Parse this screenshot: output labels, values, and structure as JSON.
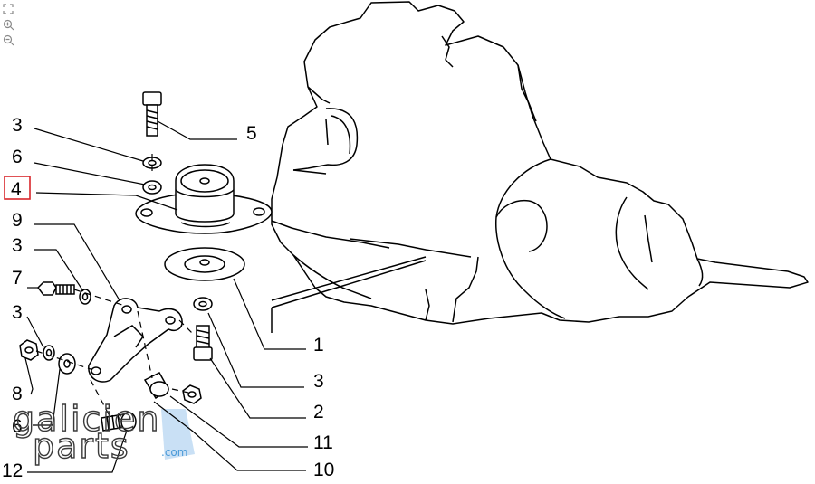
{
  "toolbar": {
    "icons": [
      "fit-screen-icon",
      "zoom-in-icon",
      "zoom-out-icon"
    ]
  },
  "callouts": {
    "c5": "5",
    "c3a": "3",
    "c6a": "6",
    "c4": "4",
    "c9": "9",
    "c3b": "3",
    "c7": "7",
    "c3c": "3",
    "c8": "8",
    "c6b": "6",
    "c12": "12",
    "c1": "1",
    "c3d": "3",
    "c2": "2",
    "c11": "11",
    "c10": "10"
  },
  "selected_callout": "4",
  "watermark": {
    "line1": "galicien",
    "line2": "parts",
    "suffix": ".com"
  },
  "colors": {
    "highlight": "#d9262b",
    "line": "#000000",
    "watermark_accent": "#bcd8f2"
  }
}
